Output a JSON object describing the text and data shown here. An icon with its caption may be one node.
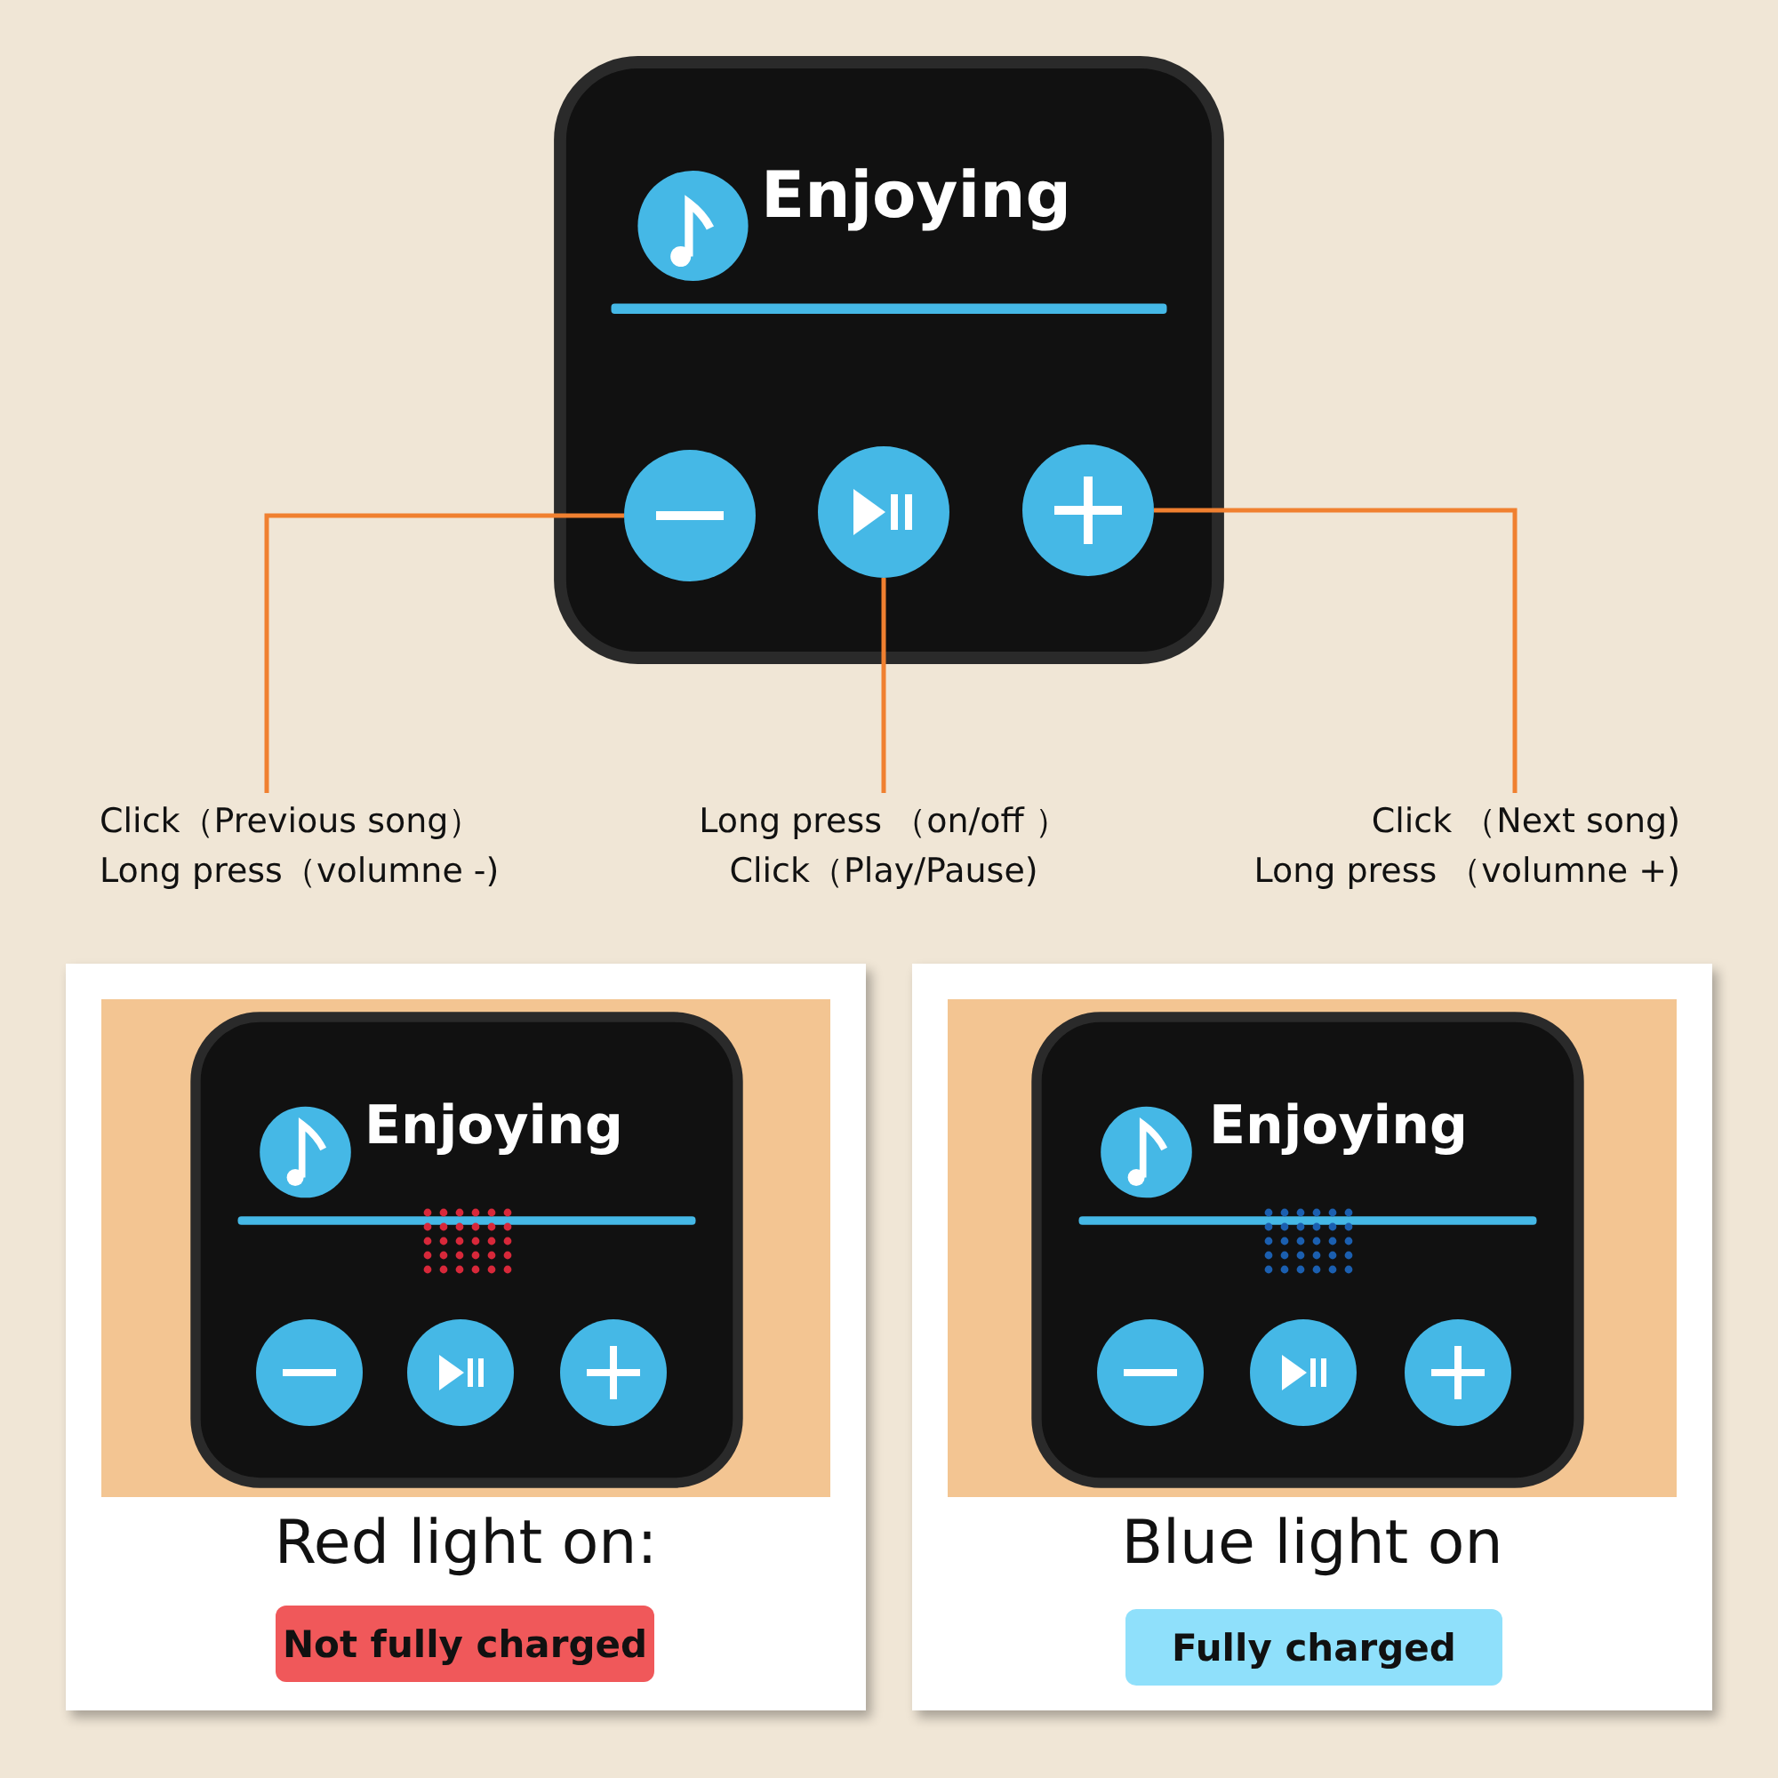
{
  "diagram": {
    "nodes": [
      {
        "text": [],
        "shape": "circle"
      },
      {
        "text": [],
        "shape": "circle"
      },
      {
        "text": [],
        "shape": "circle"
      },
      {
        "text": [
          "Click（Previous song）",
          "Long press（volumne -)"
        ]
      },
      {
        "text": [
          "Long press （on/off ）",
          "Click（Play/Pause)"
        ]
      },
      {
        "text": [
          "Click （Next song)",
          "Long press （volumne +)"
        ]
      },
      {
        "text": [
          "Not fully charged"
        ]
      },
      {
        "text": [
          "Fully charged"
        ]
      }
    ],
    "edges": [
      {
        "from": 3,
        "to": 0,
        "arrow": "none"
      },
      {
        "from": 4,
        "to": 1,
        "arrow": "none"
      },
      {
        "from": 5,
        "to": 2,
        "arrow": "none"
      }
    ],
    "labels": [
      "Enjoying",
      "Enjoying",
      "Enjoying",
      "Red light on:",
      "Blue light on"
    ]
  }
}
